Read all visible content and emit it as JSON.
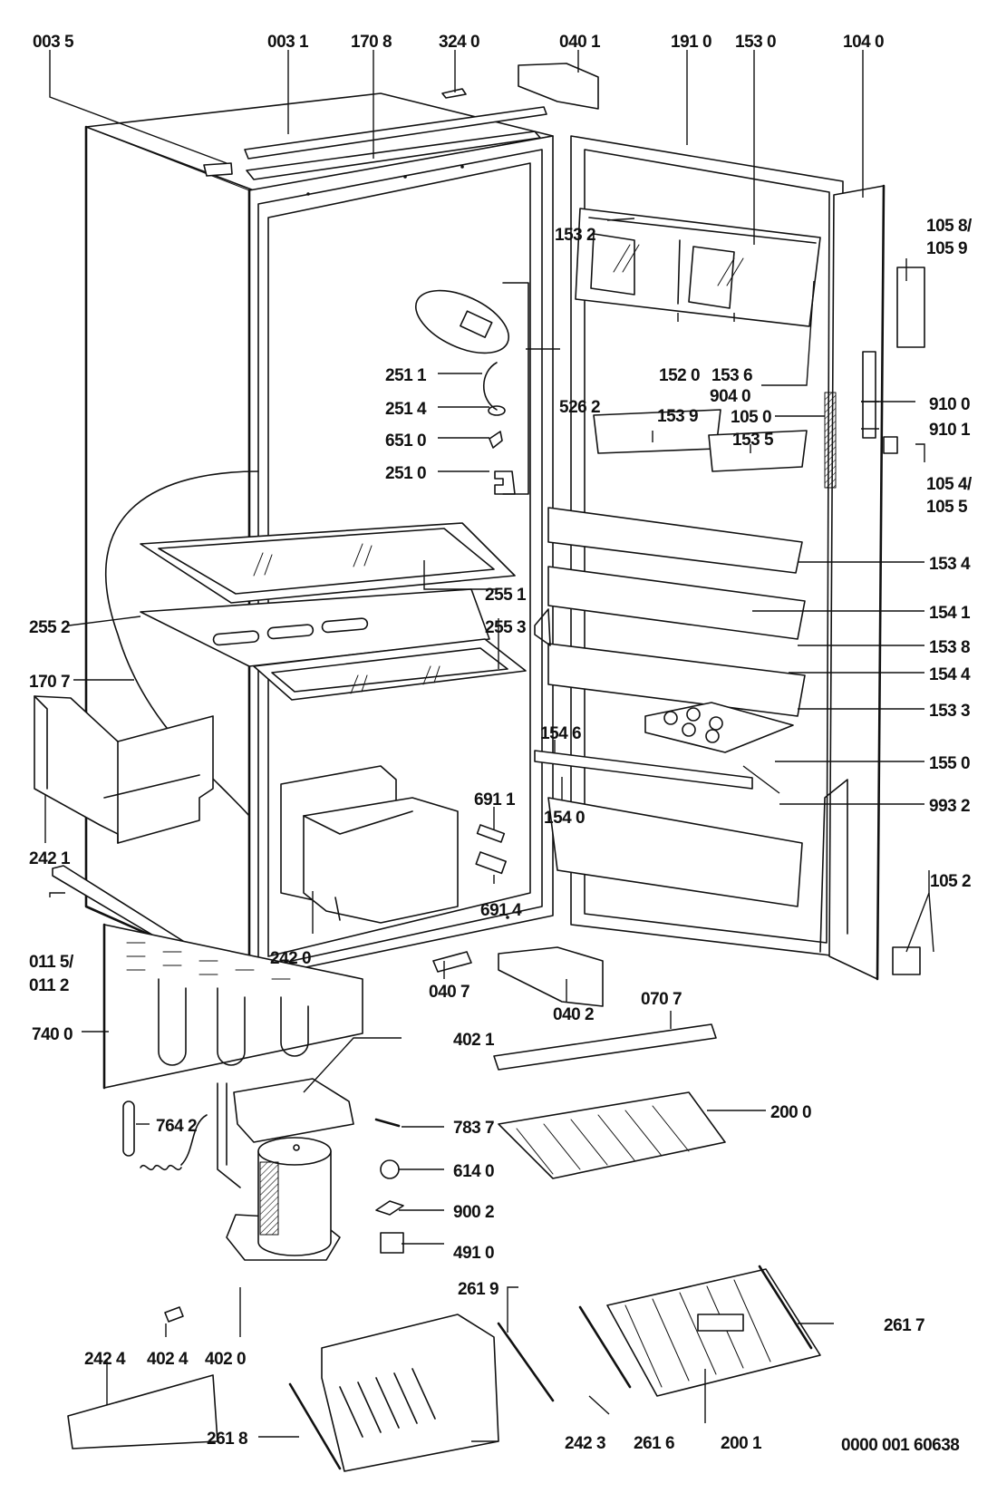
{
  "diagram": {
    "title": "Refrigerator exploded parts diagram",
    "drawing_number": "0000 001 60638",
    "labels": [
      {
        "id": "0035",
        "text": "003 5",
        "part": "cabinet-top-bracket"
      },
      {
        "id": "0031",
        "text": "003 1",
        "part": "top-rail"
      },
      {
        "id": "1708",
        "text": "170 8",
        "part": "top-cover-strip"
      },
      {
        "id": "3240",
        "text": "324 0",
        "part": "top-clip"
      },
      {
        "id": "0401",
        "text": "040 1",
        "part": "upper-hinge"
      },
      {
        "id": "1910",
        "text": "191 0",
        "part": "door-gasket"
      },
      {
        "id": "1530",
        "text": "153 0",
        "part": "butter-compartment"
      },
      {
        "id": "1040",
        "text": "104 0",
        "part": "door-outer-panel"
      },
      {
        "id": "1058",
        "text": "105 8/",
        "part": "door-handle-part-a"
      },
      {
        "id": "1059",
        "text": "105 9",
        "part": "door-handle-part-b"
      },
      {
        "id": "1532",
        "text": "153 2",
        "part": "dairy-flap-left"
      },
      {
        "id": "1520",
        "text": "152 0",
        "part": "dairy-compartment-housing"
      },
      {
        "id": "1536",
        "text": "153 6",
        "part": "dairy-flap-right"
      },
      {
        "id": "9040",
        "text": "904 0",
        "part": "dairy-flap-pin"
      },
      {
        "id": "5262",
        "text": "526 2",
        "part": "thermostat-assembly"
      },
      {
        "id": "2511",
        "text": "251 1",
        "part": "thermostat-knob-cover"
      },
      {
        "id": "2514",
        "text": "251 4",
        "part": "knob-ring"
      },
      {
        "id": "6510",
        "text": "651 0",
        "part": "lamp-bulb"
      },
      {
        "id": "2510",
        "text": "251 0",
        "part": "lamp-holder"
      },
      {
        "id": "9100",
        "text": "910 0",
        "part": "door-switch-part-a"
      },
      {
        "id": "9101",
        "text": "910 1",
        "part": "door-switch-part-b"
      },
      {
        "id": "1539",
        "text": "153 9",
        "part": "small-box-left"
      },
      {
        "id": "1050",
        "text": "105 0",
        "part": "door-edge-trim"
      },
      {
        "id": "1535",
        "text": "153 5",
        "part": "small-box-right"
      },
      {
        "id": "1054",
        "text": "105 4/",
        "part": "door-catch-a"
      },
      {
        "id": "1055",
        "text": "105 5",
        "part": "door-catch-b"
      },
      {
        "id": "1534",
        "text": "153 4",
        "part": "door-shelf-top"
      },
      {
        "id": "2551",
        "text": "255 1",
        "part": "glass-shelf-upper"
      },
      {
        "id": "2552",
        "text": "255 2",
        "part": "shelf-frame"
      },
      {
        "id": "2553",
        "text": "255 3",
        "part": "glass-shelf-lower"
      },
      {
        "id": "1541",
        "text": "154 1",
        "part": "bottle-divider"
      },
      {
        "id": "1538",
        "text": "153 8",
        "part": "door-shelf-middle"
      },
      {
        "id": "1707",
        "text": "170 7",
        "part": "side-trim"
      },
      {
        "id": "1544",
        "text": "154 4",
        "part": "bottle-retainer"
      },
      {
        "id": "1533",
        "text": "153 3",
        "part": "door-shelf-lower"
      },
      {
        "id": "1550",
        "text": "155 0",
        "part": "egg-tray"
      },
      {
        "id": "1546",
        "text": "154 6",
        "part": "bottle-rail"
      },
      {
        "id": "6911",
        "text": "691 1",
        "part": "sensor"
      },
      {
        "id": "9932",
        "text": "993 2",
        "part": "cable"
      },
      {
        "id": "2421",
        "text": "242 1",
        "part": "crisper-left"
      },
      {
        "id": "1540",
        "text": "154 0",
        "part": "bottle-shelf"
      },
      {
        "id": "6914",
        "text": "691 4",
        "part": "connector"
      },
      {
        "id": "0115",
        "text": "011 5/",
        "part": "base-rail-a"
      },
      {
        "id": "0112",
        "text": "011 2",
        "part": "base-rail-b"
      },
      {
        "id": "2420",
        "text": "242 0",
        "part": "crisper-right"
      },
      {
        "id": "1052",
        "text": "105 2",
        "part": "lower-door-catch"
      },
      {
        "id": "0407",
        "text": "040 7",
        "part": "hinge-plate"
      },
      {
        "id": "0402",
        "text": "040 2",
        "part": "lower-hinge"
      },
      {
        "id": "0707",
        "text": "070 7",
        "part": "plinth-bar"
      },
      {
        "id": "7400",
        "text": "740 0",
        "part": "condenser"
      },
      {
        "id": "4021",
        "text": "402 1",
        "part": "drip-tray"
      },
      {
        "id": "7837",
        "text": "783 7",
        "part": "drain-tube"
      },
      {
        "id": "2000",
        "text": "200 0",
        "part": "freezer-shelf"
      },
      {
        "id": "7642",
        "text": "764 2",
        "part": "dryer-filter"
      },
      {
        "id": "6140",
        "text": "614 0",
        "part": "relay"
      },
      {
        "id": "9002",
        "text": "900 2",
        "part": "overload-protector"
      },
      {
        "id": "4910",
        "text": "491 0",
        "part": "relay-cover"
      },
      {
        "id": "2619",
        "text": "261 9",
        "part": "drawer-runner-right"
      },
      {
        "id": "2617",
        "text": "261 7",
        "part": "tray-runner-right"
      },
      {
        "id": "2424",
        "text": "242 4",
        "part": "freezer-flap"
      },
      {
        "id": "4024",
        "text": "402 4",
        "part": "compressor-clip"
      },
      {
        "id": "4020",
        "text": "402 0",
        "part": "compressor"
      },
      {
        "id": "2618",
        "text": "261 8",
        "part": "drawer-runner-left"
      },
      {
        "id": "2423",
        "text": "242 3",
        "part": "freezer-drawer"
      },
      {
        "id": "2616",
        "text": "261 6",
        "part": "tray-runner-left"
      },
      {
        "id": "2001",
        "text": "200 1",
        "part": "freezer-tray"
      }
    ]
  }
}
